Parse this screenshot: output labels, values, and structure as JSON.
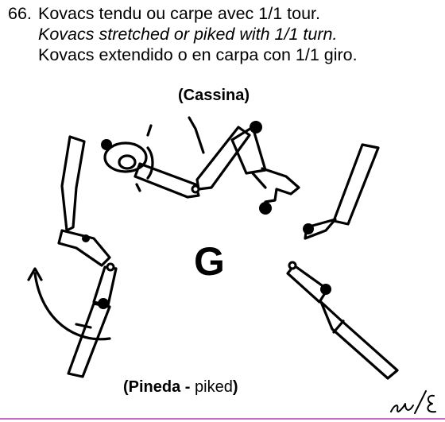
{
  "element": {
    "number": "66.",
    "name_fr": "Kovacs tendu ou carpe avec 1/1 tour.",
    "name_en": "Kovacs stretched or piked with 1/1 turn.",
    "name_es": "Kovacs extendido o en carpa con 1/1 giro.",
    "top_caption": "(Cassina)",
    "bottom_caption_bold": "(Pineda",
    "bottom_caption_sep": " - ",
    "bottom_caption_normal": "piked",
    "bottom_caption_close": ")",
    "difficulty": "G"
  },
  "colors": {
    "rule": "#c66bc6"
  }
}
